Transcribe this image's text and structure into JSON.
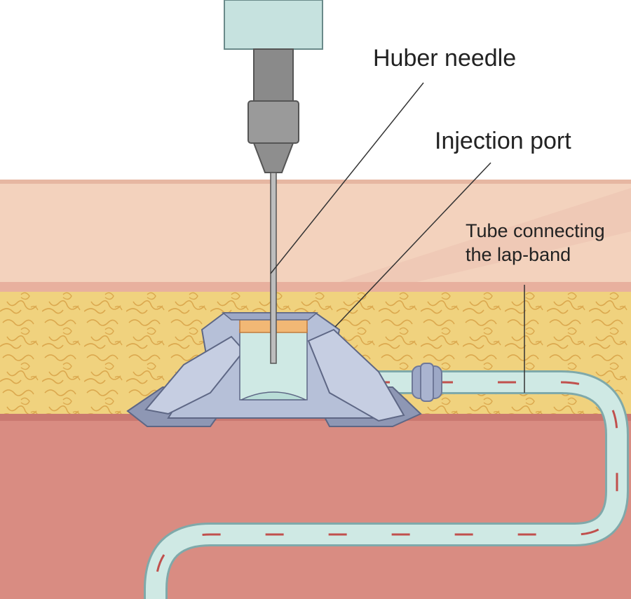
{
  "labels": {
    "huber_needle": "Huber needle",
    "injection_port": "Injection port",
    "tube_connecting_line1": "Tube connecting",
    "tube_connecting_line2": "the lap-band"
  },
  "colors": {
    "skin": "#f3d2bd",
    "skin_deep": "#e9b9a4",
    "fat": "#f0d27e",
    "fat_lines": "#dba84e",
    "muscle": "#d98c82",
    "muscle_edge": "#b86a64",
    "port_body": "#b6c0d8",
    "port_dark": "#8e97b4",
    "port_chamber": "#cfe9e4",
    "septum": "#f2b875",
    "tube": "#cfe9e4",
    "tube_marks": "#c0504d",
    "syringe": "#c6e2df",
    "hub": "#9a9a9a",
    "leader": "#333333"
  }
}
